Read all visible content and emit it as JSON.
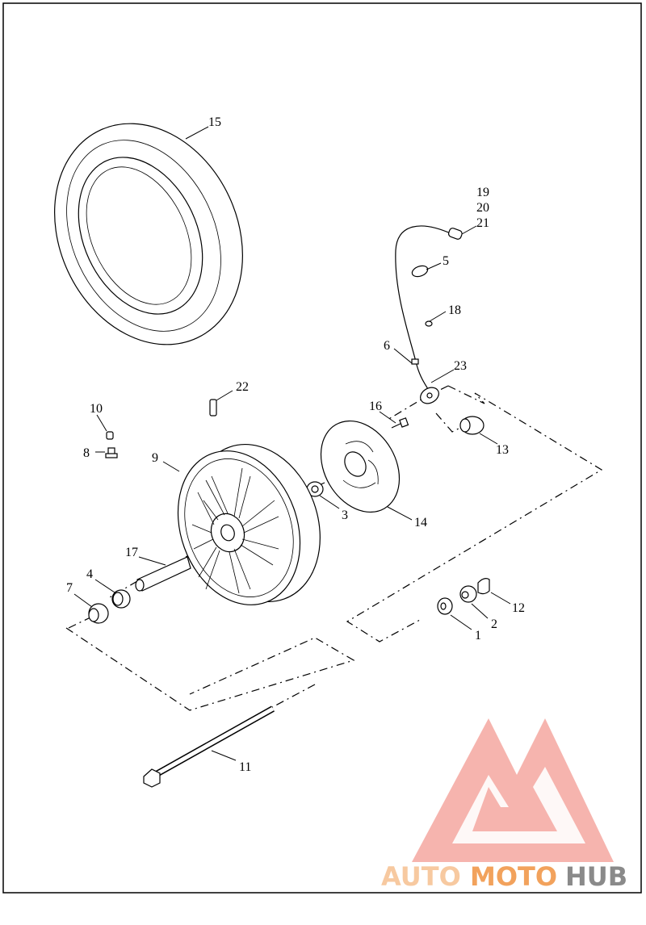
{
  "diagram": {
    "callouts": [
      {
        "id": "c15",
        "text": "15"
      },
      {
        "id": "c19",
        "text": "19"
      },
      {
        "id": "c20",
        "text": "20"
      },
      {
        "id": "c21",
        "text": "21"
      },
      {
        "id": "c5",
        "text": "5"
      },
      {
        "id": "c18",
        "text": "18"
      },
      {
        "id": "c6",
        "text": "6"
      },
      {
        "id": "c23",
        "text": "23"
      },
      {
        "id": "c22",
        "text": "22"
      },
      {
        "id": "c10",
        "text": "10"
      },
      {
        "id": "c16",
        "text": "16"
      },
      {
        "id": "c8",
        "text": "8"
      },
      {
        "id": "c9",
        "text": "9"
      },
      {
        "id": "c13",
        "text": "13"
      },
      {
        "id": "c3",
        "text": "3"
      },
      {
        "id": "c14",
        "text": "14"
      },
      {
        "id": "c17",
        "text": "17"
      },
      {
        "id": "c4",
        "text": "4"
      },
      {
        "id": "c7",
        "text": "7"
      },
      {
        "id": "c12",
        "text": "12"
      },
      {
        "id": "c2",
        "text": "2"
      },
      {
        "id": "c1",
        "text": "1"
      },
      {
        "id": "c11",
        "text": "11"
      }
    ]
  },
  "watermark": {
    "part1": "AUTO",
    "part2": "MOTO",
    "part3": "HUB",
    "color_light": "#f7c9a0",
    "color_orange": "#f2a25c",
    "color_gray": "#8a8a8a",
    "logo_color": "#f08c84"
  }
}
